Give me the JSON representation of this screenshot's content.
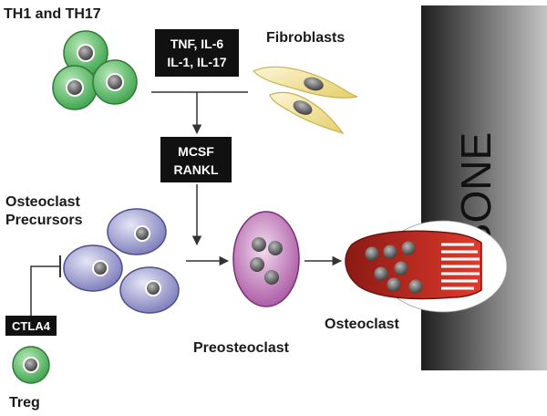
{
  "labels": {
    "th_cells": "TH1 and TH17",
    "fibroblasts": "Fibroblasts",
    "precursors_line1": "Osteoclast",
    "precursors_line2": "Precursors",
    "preosteoclast": "Preosteoclast",
    "osteoclast": "Osteoclast",
    "treg": "Treg",
    "bone": "BONE"
  },
  "boxes": {
    "cytokines_line1": "TNF, IL-6",
    "cytokines_line2": "IL-1, IL-17",
    "mcsf": "MCSF",
    "rankl": "RANKL",
    "ctla4": "CTLA4"
  },
  "colors": {
    "th_cell_fill": "#5fbf6a",
    "treg_fill": "#5fbf6a",
    "nucleus": "#555555",
    "fibroblast_fill": "#f3e7a8",
    "precursor_fill": "#9999cc",
    "preosteoclast_fill": "#b86ab0",
    "osteoclast_fill": "#d0302a",
    "bone_dark": "#2a2a2a",
    "bone_light": "#bdbdbd",
    "box_fill": "#111111"
  }
}
